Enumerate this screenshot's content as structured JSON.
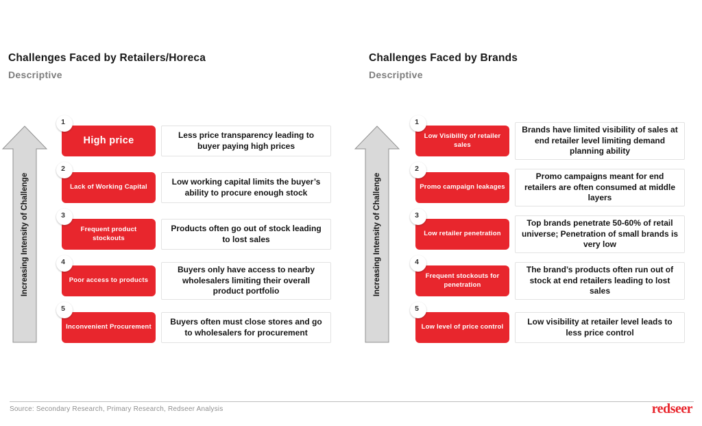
{
  "colors": {
    "accent_red": "#e8262d",
    "arrow_fill": "#d9d9d9",
    "arrow_border": "#8f8f8f"
  },
  "panels": [
    {
      "title": "Challenges Faced by Retailers/Horeca",
      "subtitle": "Descriptive",
      "arrow_label": "Increasing Intensity of Challenge",
      "items": [
        {
          "num": "1",
          "label": "High price",
          "desc": "Less price transparency leading to buyer paying high prices"
        },
        {
          "num": "2",
          "label": "Lack of Working Capital",
          "desc": "Low working capital limits the buyer’s ability to procure enough stock"
        },
        {
          "num": "3",
          "label": "Frequent product stockouts",
          "desc": "Products often go out of stock leading to lost sales"
        },
        {
          "num": "4",
          "label": "Poor access to products",
          "desc": "Buyers only have access to nearby wholesalers limiting their overall product portfolio"
        },
        {
          "num": "5",
          "label": "Inconvenient Procurement",
          "desc": "Buyers often must close stores and go to wholesalers for procurement"
        }
      ]
    },
    {
      "title": "Challenges Faced by Brands",
      "subtitle": "Descriptive",
      "arrow_label": "Increasing Intensity of Challenge",
      "items": [
        {
          "num": "1",
          "label": "Low Visibility of retailer sales",
          "desc": "Brands have limited visibility of sales at end retailer level limiting demand planning ability"
        },
        {
          "num": "2",
          "label": "Promo campaign leakages",
          "desc": "Promo campaigns meant for end retailers are often consumed at middle layers"
        },
        {
          "num": "3",
          "label": "Low retailer penetration",
          "desc": "Top brands penetrate 50-60% of retail universe; Penetration of small brands is very low"
        },
        {
          "num": "4",
          "label": "Frequent stockouts for penetration",
          "desc": "The brand’s products often run out of stock at end retailers leading to lost sales"
        },
        {
          "num": "5",
          "label": "Low level of price control",
          "desc": "Low visibility at retailer level leads to less price control"
        }
      ]
    }
  ],
  "footer": {
    "source": "Source: Secondary Research, Primary Research, Redseer Analysis",
    "logo_text": "redseer"
  }
}
